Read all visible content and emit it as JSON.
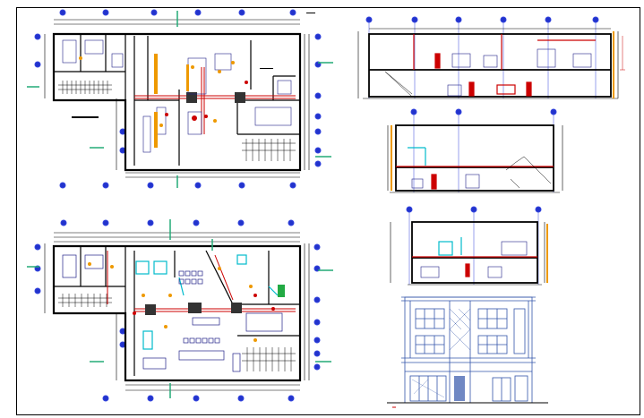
{
  "sheet": {
    "frame_color": "#000000"
  },
  "colors": {
    "wall": "#000000",
    "grid_bubble": "#2233cc",
    "grid_line": "#3344dd",
    "section_mark": "#22aa77",
    "red_detail": "#cc0000",
    "cyan_detail": "#00bbcc",
    "orange_detail": "#ee9900",
    "furniture": "#222288",
    "dimension": "#000000",
    "elevation_line": "#3355aa"
  },
  "drawings": [
    "ground-floor-plan",
    "first-floor-plan",
    "section-a-a",
    "section-b-b",
    "section-c-c",
    "front-elevation"
  ]
}
